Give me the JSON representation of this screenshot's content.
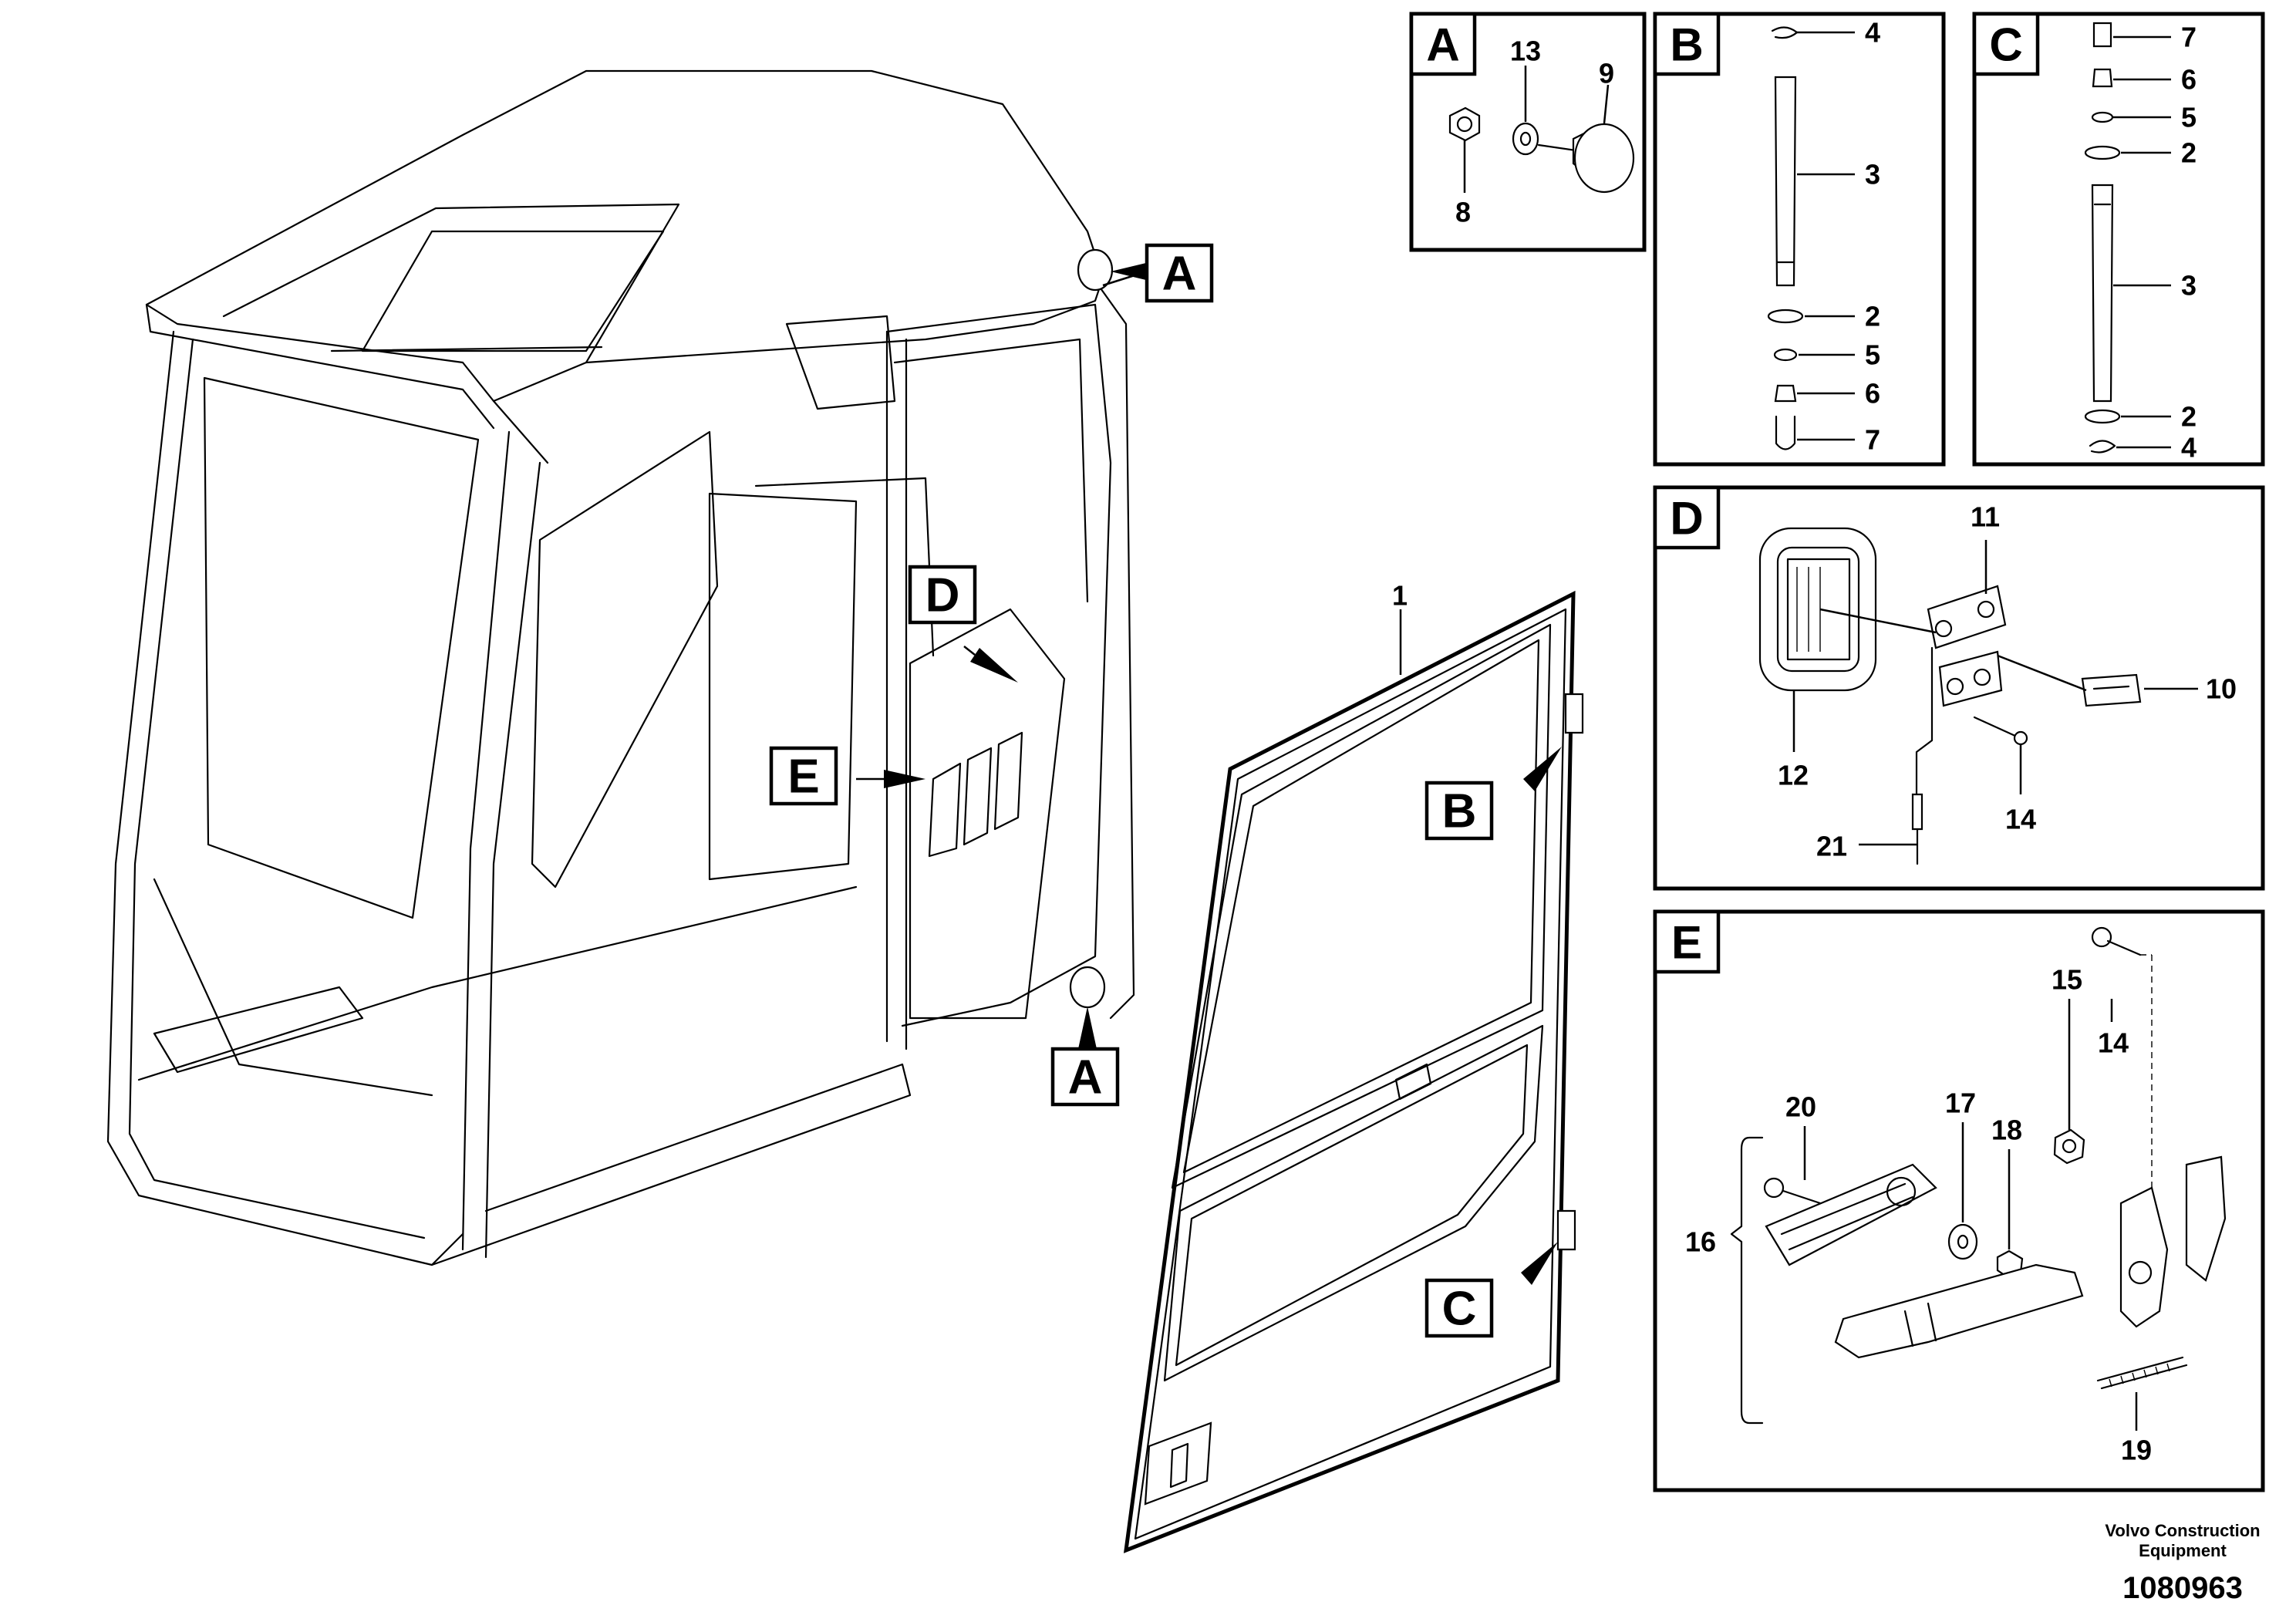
{
  "callouts": {
    "a_top": "A",
    "a_bottom": "A",
    "d": "D",
    "e": "E",
    "b_door": "B",
    "c_door": "C",
    "door_part": "1"
  },
  "panels": {
    "A": {
      "letter": "A",
      "labels": [
        "13",
        "9",
        "8"
      ]
    },
    "B": {
      "letter": "B",
      "labels": [
        "4",
        "3",
        "2",
        "5",
        "6",
        "7"
      ]
    },
    "C": {
      "letter": "C",
      "labels": [
        "7",
        "6",
        "5",
        "2",
        "3",
        "2",
        "4"
      ]
    },
    "D": {
      "letter": "D",
      "labels": [
        "11",
        "10",
        "12",
        "14",
        "21"
      ]
    },
    "E": {
      "letter": "E",
      "labels": [
        "15",
        "14",
        "20",
        "17",
        "18",
        "16",
        "19"
      ]
    }
  },
  "footer": {
    "brand_line1": "Volvo Construction",
    "brand_line2": "Equipment",
    "drawing_number": "1080963"
  }
}
